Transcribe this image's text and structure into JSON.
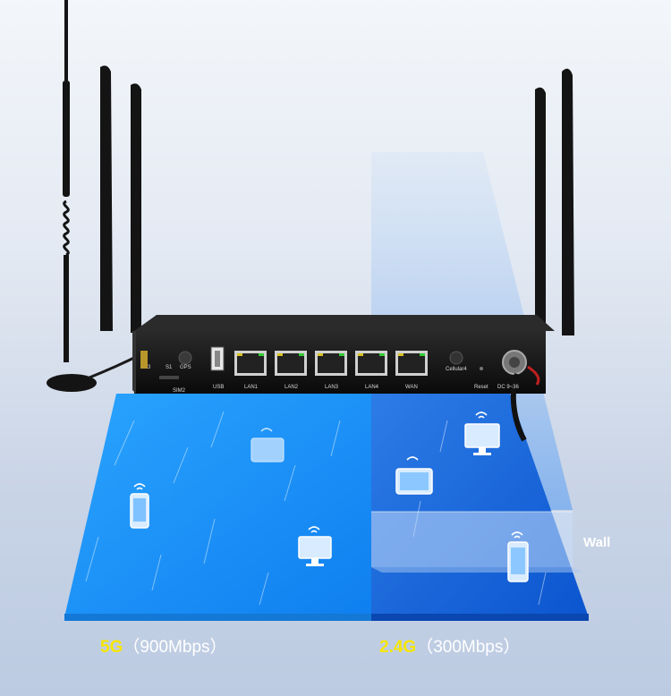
{
  "router": {
    "ports": {
      "sim3": "3",
      "s1": "S1",
      "gps": "GPS",
      "sim2": "SIM2",
      "usb": "USB",
      "lan1": "LAN1",
      "lan2": "LAN2",
      "lan3": "LAN3",
      "lan4": "LAN4",
      "wan": "WAN",
      "cellular4": "Cellular4",
      "reset": "Reset",
      "dc": "DC 9~36"
    }
  },
  "wall_label": "Wall",
  "captions": {
    "left": {
      "band": "5G",
      "speed": "（900Mbps）"
    },
    "right": {
      "band": "2.4G",
      "speed": "（300Mbps）"
    }
  },
  "colors": {
    "band_5g_floor": "#1a96ff",
    "band_24g_floor": "#0f5fd8",
    "caption_band": "#f7e600",
    "router_body": "#141414"
  }
}
